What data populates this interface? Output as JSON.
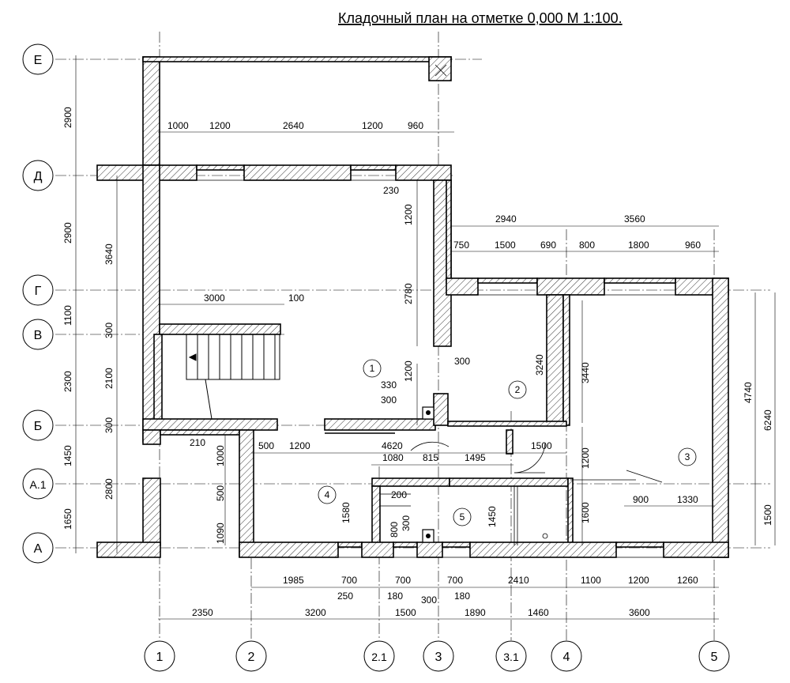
{
  "title": "Кладочный план на отметке 0,000  М 1:100.",
  "axes": {
    "rows": [
      "Е",
      "Д",
      "Г",
      "В",
      "Б",
      "А.1",
      "А"
    ],
    "cols": [
      "1",
      "2",
      "2.1",
      "3",
      "3.1",
      "4",
      "5"
    ]
  },
  "rooms": [
    "1",
    "2",
    "3",
    "4",
    "5"
  ],
  "dims": {
    "left_outer": [
      "2900",
      "2900",
      "1100",
      "2300",
      "1450",
      "1650"
    ],
    "left_inner": [
      "3640",
      "300",
      "2100",
      "300",
      "2800"
    ],
    "top_d": [
      "1000",
      "1200",
      "2640",
      "1200",
      "960"
    ],
    "top_g1": [
      "2940",
      "3560"
    ],
    "top_g2": [
      "750",
      "1500",
      "690",
      "800",
      "1800",
      "960"
    ],
    "bottom_a": [
      "1985",
      "700",
      "700",
      "700",
      "2410",
      "1100",
      "1200",
      "1260"
    ],
    "bottom_a_small": [
      "250",
      "180",
      "300",
      "180"
    ],
    "bottom_axes": [
      "2350",
      "3200",
      "1500",
      "1890",
      "1460",
      "3600"
    ],
    "right": [
      "4740",
      "6240",
      "1500"
    ],
    "misc": [
      "3000",
      "100",
      "230",
      "1200",
      "2780",
      "1200",
      "300",
      "330",
      "300",
      "3240",
      "3440",
      "210",
      "500",
      "1200",
      "4620",
      "1500",
      "1000",
      "1080",
      "815",
      "1495",
      "1200",
      "500",
      "200",
      "1580",
      "1450",
      "1600",
      "900",
      "1330",
      "800",
      "300",
      "1090"
    ]
  }
}
